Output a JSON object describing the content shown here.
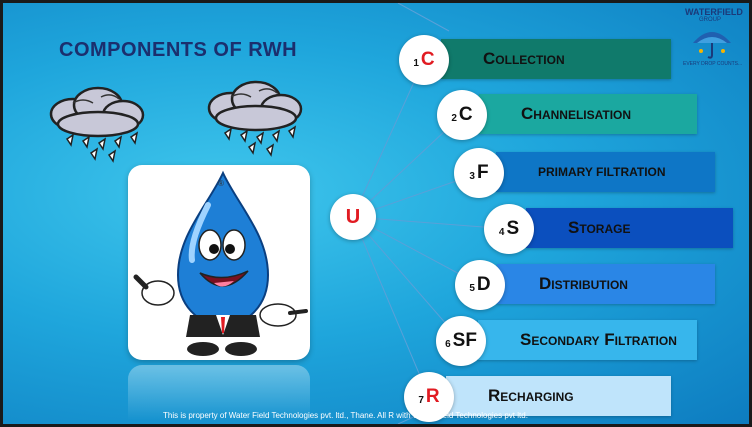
{
  "slide": {
    "title": "COMPONENTS OF RWH",
    "hub_letter": "U",
    "footer": "This is property of Water Field Technologies pvt. ltd., Thane. All R            with Water Field Technologies pvt ltd.",
    "mascot_registered_mark": "®"
  },
  "logo": {
    "line1": "WATERFIELD",
    "line2": "GROUP",
    "tagline": "EVERY DROP COUNTS..."
  },
  "components": [
    {
      "num": "1",
      "letter": "C",
      "name": "Collection",
      "bar_color": "#107a6b",
      "red": true
    },
    {
      "num": "2",
      "letter": "C",
      "name": "Channelisation",
      "bar_color": "#1ba8a0",
      "red": false
    },
    {
      "num": "3",
      "letter": "F",
      "name": "PRIMARY FILTRATION",
      "bar_color": "#0e76c6",
      "red": false
    },
    {
      "num": "4",
      "letter": "S",
      "name": "Storage",
      "bar_color": "#0b4fbe",
      "red": false
    },
    {
      "num": "5",
      "letter": "D",
      "name": "Distribution",
      "bar_color": "#2a86e6",
      "red": false
    },
    {
      "num": "6",
      "letter": "SF",
      "name": "Secondary Filtration",
      "bar_color": "#37b6ec",
      "red": false
    },
    {
      "num": "7",
      "letter": "R",
      "name": "Recharging",
      "bar_color": "#bfe4fb",
      "red": true
    }
  ]
}
